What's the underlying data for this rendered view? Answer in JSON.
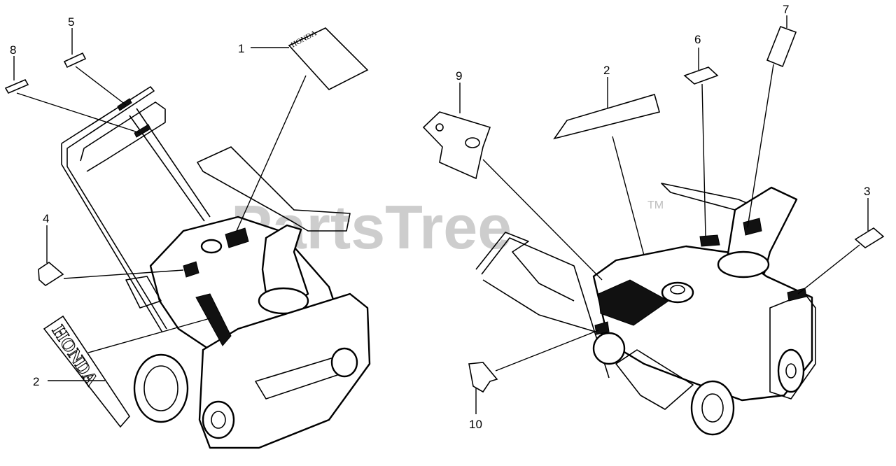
{
  "watermark": {
    "text": "PartsTree",
    "trademark": "TM"
  },
  "decal_lettering": {
    "brand": "HONDA"
  },
  "callouts": [
    {
      "id": "c1",
      "label": "1"
    },
    {
      "id": "c2a",
      "label": "2"
    },
    {
      "id": "c4",
      "label": "4"
    },
    {
      "id": "c5",
      "label": "5"
    },
    {
      "id": "c8",
      "label": "8"
    },
    {
      "id": "c2b",
      "label": "2"
    },
    {
      "id": "c3",
      "label": "3"
    },
    {
      "id": "c6",
      "label": "6"
    },
    {
      "id": "c7",
      "label": "7"
    },
    {
      "id": "c9",
      "label": "9"
    },
    {
      "id": "c10",
      "label": "10"
    }
  ]
}
